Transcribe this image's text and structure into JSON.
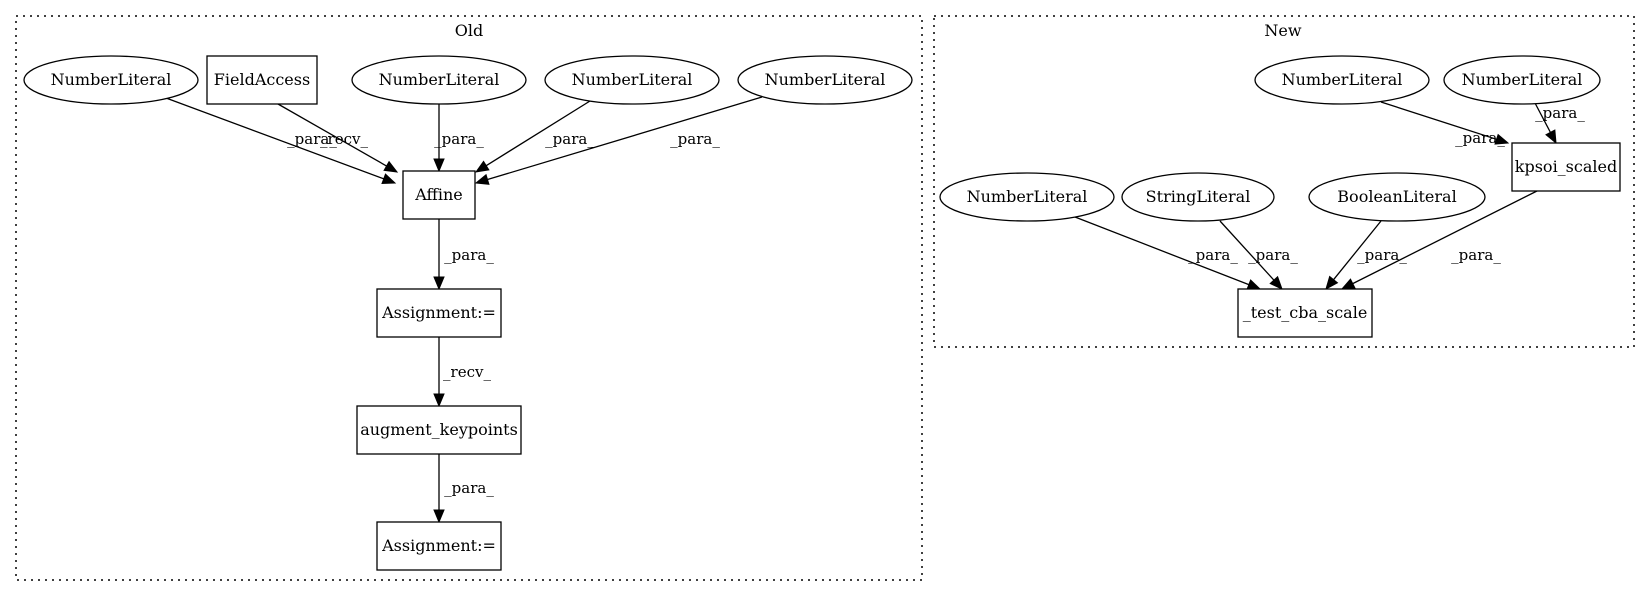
{
  "clusters": [
    {
      "id": "old",
      "label": "Old"
    },
    {
      "id": "new",
      "label": "New"
    }
  ],
  "nodes": [
    {
      "id": "o_num1",
      "label": "NumberLiteral",
      "shape": "ellipse",
      "cluster": "old"
    },
    {
      "id": "o_field",
      "label": "FieldAccess",
      "shape": "box",
      "cluster": "old"
    },
    {
      "id": "o_num2",
      "label": "NumberLiteral",
      "shape": "ellipse",
      "cluster": "old"
    },
    {
      "id": "o_num3",
      "label": "NumberLiteral",
      "shape": "ellipse",
      "cluster": "old"
    },
    {
      "id": "o_num4",
      "label": "NumberLiteral",
      "shape": "ellipse",
      "cluster": "old"
    },
    {
      "id": "o_affine",
      "label": "Affine",
      "shape": "box",
      "cluster": "old"
    },
    {
      "id": "o_assign1",
      "label": "Assignment:=",
      "shape": "box",
      "cluster": "old"
    },
    {
      "id": "o_augment",
      "label": "augment_keypoints",
      "shape": "box",
      "cluster": "old"
    },
    {
      "id": "o_assign2",
      "label": "Assignment:=",
      "shape": "box",
      "cluster": "old"
    },
    {
      "id": "n_num1",
      "label": "NumberLiteral",
      "shape": "ellipse",
      "cluster": "new"
    },
    {
      "id": "n_num2",
      "label": "NumberLiteral",
      "shape": "ellipse",
      "cluster": "new"
    },
    {
      "id": "n_num3",
      "label": "NumberLiteral",
      "shape": "ellipse",
      "cluster": "new"
    },
    {
      "id": "n_str",
      "label": "StringLiteral",
      "shape": "ellipse",
      "cluster": "new"
    },
    {
      "id": "n_bool",
      "label": "BooleanLiteral",
      "shape": "ellipse",
      "cluster": "new"
    },
    {
      "id": "n_kpsoi",
      "label": "kpsoi_scaled",
      "shape": "box",
      "cluster": "new"
    },
    {
      "id": "n_test",
      "label": "_test_cba_scale",
      "shape": "box",
      "cluster": "new"
    }
  ],
  "edges": [
    {
      "from": "o_num1",
      "to": "o_affine",
      "label": "_para_"
    },
    {
      "from": "o_field",
      "to": "o_affine",
      "label": "_recv_"
    },
    {
      "from": "o_num2",
      "to": "o_affine",
      "label": "_para_"
    },
    {
      "from": "o_num3",
      "to": "o_affine",
      "label": "_para_"
    },
    {
      "from": "o_num4",
      "to": "o_affine",
      "label": "_para_"
    },
    {
      "from": "o_affine",
      "to": "o_assign1",
      "label": "_para_"
    },
    {
      "from": "o_assign1",
      "to": "o_augment",
      "label": "_recv_"
    },
    {
      "from": "o_augment",
      "to": "o_assign2",
      "label": "_para_"
    },
    {
      "from": "n_num1",
      "to": "n_kpsoi",
      "label": "_para_"
    },
    {
      "from": "n_num2",
      "to": "n_kpsoi",
      "label": "_para_"
    },
    {
      "from": "n_num3",
      "to": "n_test",
      "label": "_para_"
    },
    {
      "from": "n_str",
      "to": "n_test",
      "label": "_para_"
    },
    {
      "from": "n_bool",
      "to": "n_test",
      "label": "_para_"
    },
    {
      "from": "n_kpsoi",
      "to": "n_test",
      "label": "_para_"
    }
  ]
}
